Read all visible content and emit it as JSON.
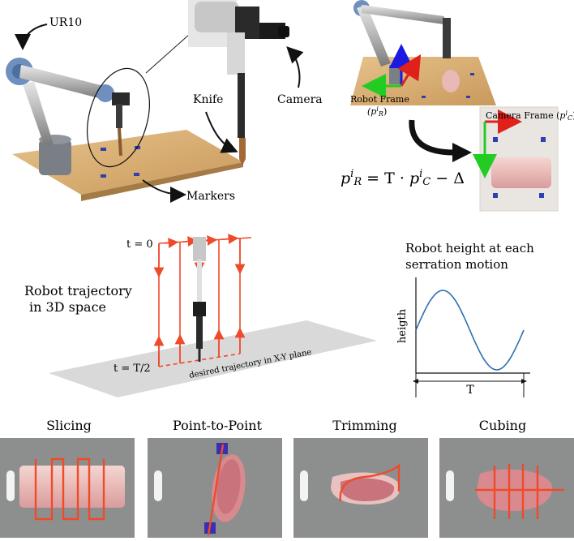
{
  "photo_labels": {
    "ur10": "UR10",
    "knife": "Knife",
    "camera": "Camera",
    "markers": "Markers"
  },
  "frames": {
    "robot_frame": "Robot Frame",
    "robot_frame_sym": "(p",
    "robot_frame_sup": "i",
    "robot_frame_sub": "R",
    "robot_frame_close": ")",
    "camera_frame": "Camera Frame (",
    "camera_frame_sym": "p",
    "camera_frame_sup": "i",
    "camera_frame_sub": "C",
    "camera_frame_close": ")"
  },
  "equation": {
    "lhs_p": "p",
    "lhs_sup": "i",
    "lhs_sub": "R",
    "eq": " = T · ",
    "rhs_p": "p",
    "rhs_sup": "i",
    "rhs_sub": "C",
    "rhs_tail": " − Δ"
  },
  "trajectory": {
    "t0": "t = 0",
    "tT2": "t = T/2",
    "caption_line1": "Robot trajectory",
    "caption_line2": "in 3D space",
    "desired": "desired trajectory in X-Y plane"
  },
  "serration_plot": {
    "title_line1": "Robot height at each",
    "title_line2": "serration motion",
    "ylabel": "heigth",
    "period_label": "T"
  },
  "chart_data": {
    "type": "line",
    "title": "Robot height at each serration motion",
    "xlabel": "T",
    "ylabel": "heigth",
    "series": [
      {
        "values": [
          0.5,
          1.0,
          0.5,
          0.0,
          0.5
        ],
        "x": [
          0,
          0.25,
          0.5,
          0.75,
          1.0
        ]
      }
    ],
    "color": "#2f6fb0",
    "grid": false
  },
  "tasks": [
    {
      "label": "Slicing"
    },
    {
      "label": "Point-to-Point"
    },
    {
      "label": "Trimming"
    },
    {
      "label": "Cubing"
    }
  ],
  "colors": {
    "trajectory": "#ef4a2a",
    "board": "#8d8f8f",
    "marker": "#2f3fb0",
    "meat": "#d98a8f",
    "table": "#d9b37c",
    "sine": "#2f6fb0"
  }
}
